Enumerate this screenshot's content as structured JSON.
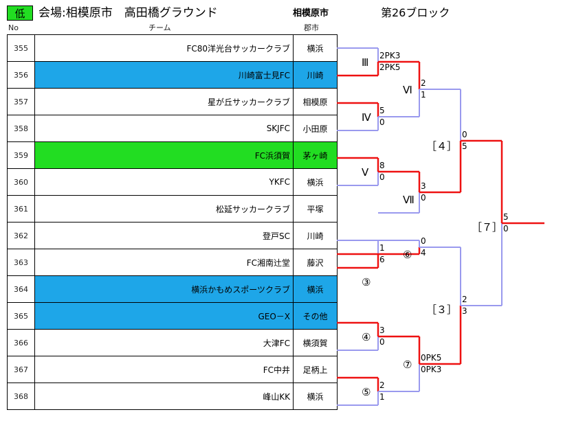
{
  "header": {
    "badge": "低",
    "venue": "会場:相模原市　高田橋グラウンド",
    "city": "相模原市",
    "block": "第26ブロック",
    "col_no": "No",
    "col_team": "チーム",
    "col_city": "郡市"
  },
  "teams": [
    {
      "no": "355",
      "name": "FC80洋光台サッカークラブ",
      "city": "横浜",
      "highlight": "none"
    },
    {
      "no": "356",
      "name": "川崎富士見FC",
      "city": "川崎",
      "highlight": "blue"
    },
    {
      "no": "357",
      "name": "星が丘サッカークラブ",
      "city": "相模原",
      "highlight": "none"
    },
    {
      "no": "358",
      "name": "SKJFC",
      "city": "小田原",
      "highlight": "none"
    },
    {
      "no": "359",
      "name": "FC浜須賀",
      "city": "茅ヶ崎",
      "highlight": "green"
    },
    {
      "no": "360",
      "name": "YKFC",
      "city": "横浜",
      "highlight": "none"
    },
    {
      "no": "361",
      "name": "松延サッカークラブ",
      "city": "平塚",
      "highlight": "none"
    },
    {
      "no": "362",
      "name": "登戸SC",
      "city": "川崎",
      "highlight": "none"
    },
    {
      "no": "363",
      "name": "FC湘南辻堂",
      "city": "藤沢",
      "highlight": "none"
    },
    {
      "no": "364",
      "name": "横浜かもめスポーツクラブ",
      "city": "横浜",
      "highlight": "blue"
    },
    {
      "no": "365",
      "name": "GEO－X",
      "city": "その他",
      "highlight": "blue"
    },
    {
      "no": "366",
      "name": "大津FC",
      "city": "横須賀",
      "highlight": "none"
    },
    {
      "no": "367",
      "name": "FC中井",
      "city": "足柄上",
      "highlight": "none"
    },
    {
      "no": "368",
      "name": "峰山KK",
      "city": "横浜",
      "highlight": "none"
    }
  ],
  "matches": [
    {
      "label": "Ⅲ",
      "top_score": "2PK3",
      "bottom_score": "2PK5"
    },
    {
      "label": "Ⅳ",
      "top_score": "5",
      "bottom_score": "0"
    },
    {
      "label": "Ⅴ",
      "top_score": "8",
      "bottom_score": "0"
    },
    {
      "label": "Ⅵ",
      "top_score": "2",
      "bottom_score": "1"
    },
    {
      "label": "Ⅶ",
      "top_score": "3",
      "bottom_score": "0"
    },
    {
      "label": "［４］",
      "top_score": "0",
      "bottom_score": "5"
    },
    {
      "label": "⑥",
      "top_score": "0",
      "bottom_score": "4"
    },
    {
      "label": "③",
      "top_score": "1",
      "bottom_score": "6"
    },
    {
      "label": "④",
      "top_score": "3",
      "bottom_score": "0"
    },
    {
      "label": "⑦",
      "top_score": "0PK5",
      "bottom_score": "0PK3"
    },
    {
      "label": "⑤",
      "top_score": "2",
      "bottom_score": "1"
    },
    {
      "label": "［３］",
      "top_score": "2",
      "bottom_score": "3"
    },
    {
      "label": "［７］",
      "top_score": "5",
      "bottom_score": "0"
    }
  ],
  "colors": {
    "winner": "#ee1111",
    "loser": "#9999ee",
    "blue_row": "#1ea6e8",
    "green_row": "#22dd22"
  }
}
